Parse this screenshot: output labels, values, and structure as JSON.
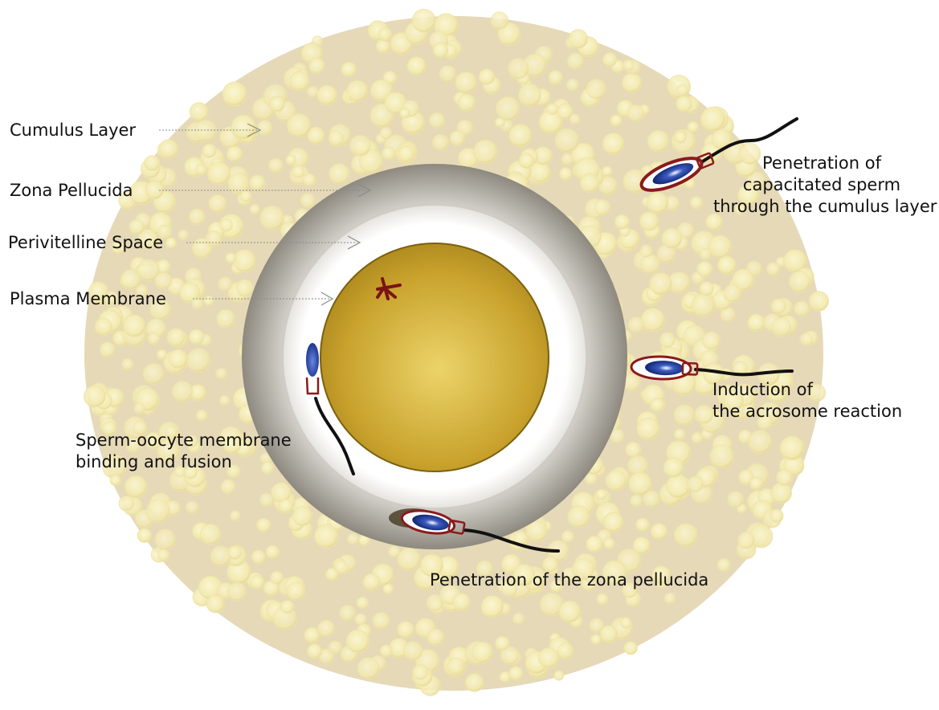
{
  "layer_labels": {
    "cumulus": "Cumulus Layer",
    "zona": "Zona Pellucida",
    "perivitelline": "Perivitelline Space",
    "plasma": "Plasma Membrane"
  },
  "stage_labels": {
    "cumulus_penetration": [
      "Penetration of",
      "capacitated sperm",
      "through the cumulus layer"
    ],
    "acrosome": [
      "Induction of",
      "the acrosome reaction"
    ],
    "fusion": [
      "Sperm-oocyte membrane",
      "binding and fusion"
    ],
    "zona_penetration": "Penetration of the zona pellucida"
  },
  "colors": {
    "cumulus_bg": "#e6d9b8",
    "cumulus_cell": "#f4ecb4",
    "zona": "#9a968d",
    "perivitelline": "#ffffff",
    "oocyte": "#c9a52a",
    "chromosome": "#7a1414",
    "sperm_head": "#1d3a8c",
    "acrosome_ring": "#8b1a1a",
    "tail": "#111111"
  }
}
